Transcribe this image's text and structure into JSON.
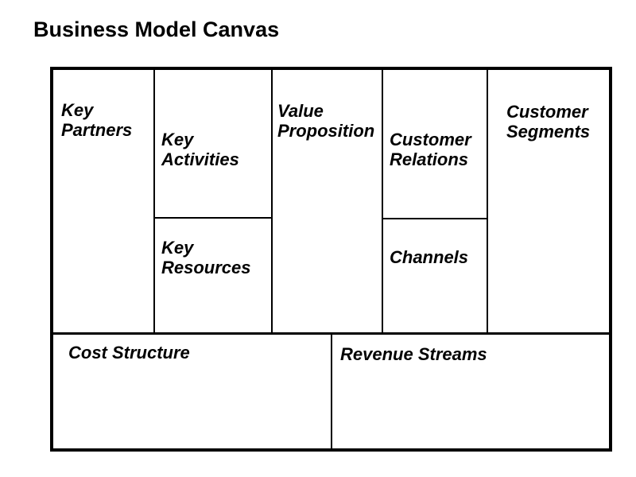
{
  "title": "Business Model Canvas",
  "colors": {
    "line": "#000000",
    "text": "#000000",
    "background": "#ffffff"
  },
  "blocks": {
    "key_partners": {
      "label": "Key\nPartners"
    },
    "key_activities": {
      "label": "Key\nActivities"
    },
    "key_resources": {
      "label": "Key\nResources"
    },
    "value_proposition": {
      "label": "Value\nProposition"
    },
    "customer_relations": {
      "label": "Customer\nRelations"
    },
    "channels": {
      "label": "Channels"
    },
    "customer_segments": {
      "label": "Customer\nSegments"
    },
    "cost_structure": {
      "label": "Cost Structure"
    },
    "revenue_streams": {
      "label": "Revenue Streams"
    }
  }
}
